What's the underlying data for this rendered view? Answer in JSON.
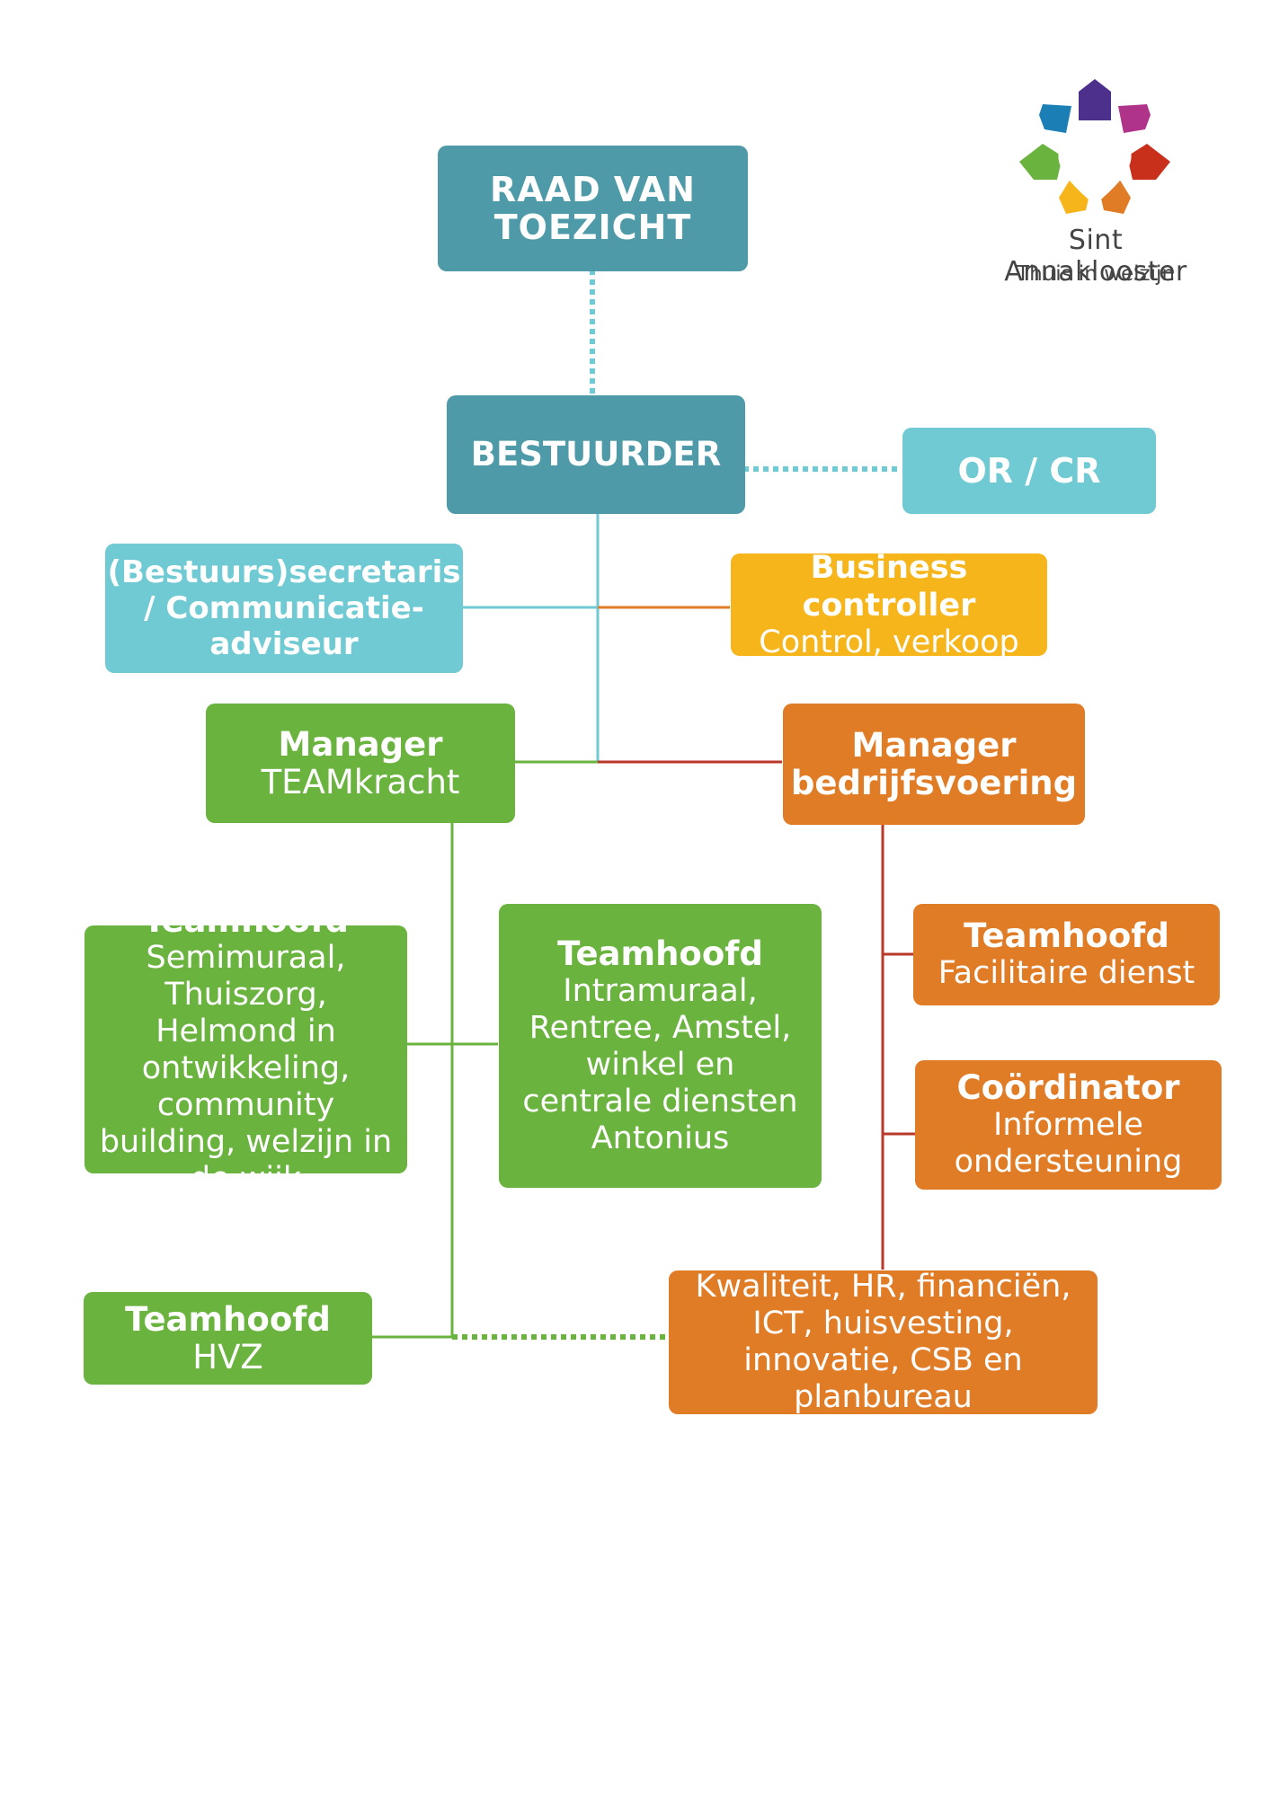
{
  "logo": {
    "name": "Sint Annaklooster",
    "tagline": "Thuis in welzijn"
  },
  "nodes": {
    "rvt": {
      "title": "RAAD VAN TOEZICHT"
    },
    "bestuurder": {
      "title": "BESTUURDER"
    },
    "orcr": {
      "title": "OR / CR"
    },
    "secretaris": {
      "title": "(Bestuurs)secretaris / Communicatie-adviseur"
    },
    "controller": {
      "title": "Business controller",
      "sub": "Control, verkoop"
    },
    "manager_team": {
      "title": "Manager",
      "sub": "TEAMkracht"
    },
    "manager_bv": {
      "title": "Manager bedrijfsvoering"
    },
    "th_semi": {
      "title": "Teamhoofd",
      "sub": "Semimuraal, Thuiszorg, Helmond in ontwikkeling, community building, welzijn in de wijk"
    },
    "th_intra": {
      "title": "Teamhoofd",
      "sub": "Intramuraal, Rentree, Amstel, winkel en centrale diensten Antonius"
    },
    "th_fac": {
      "title": "Teamhoofd",
      "sub": "Facilitaire dienst"
    },
    "coord": {
      "title": "Coördinator",
      "sub": "Informele ondersteuning"
    },
    "th_hvz": {
      "title": "Teamhoofd",
      "sub": "HVZ"
    },
    "staff": {
      "sub": "Kwaliteit, HR, financiën, ICT, huisvesting, innovatie, CSB en planbureau"
    }
  },
  "colors": {
    "teal": "#4e9aa8",
    "cyan": "#70cad3",
    "green": "#6ab33f",
    "orange": "#e07b26",
    "yellow": "#f6b51b",
    "red_line": "#b8392a"
  }
}
